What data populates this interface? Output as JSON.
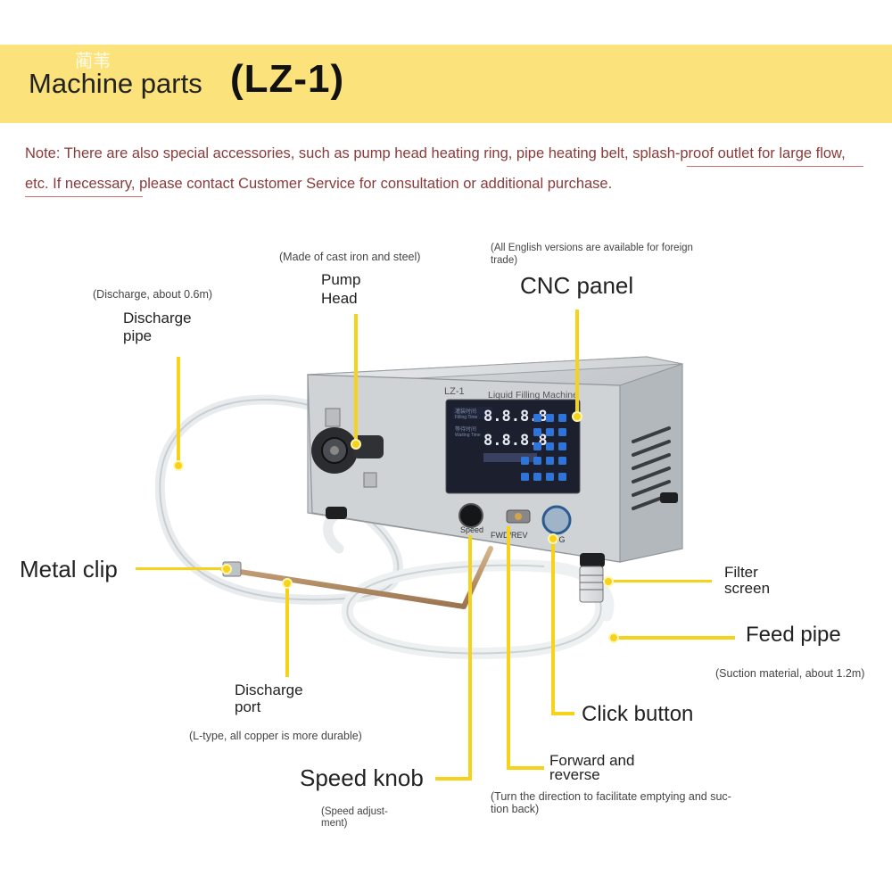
{
  "banner": {
    "watermark": "蔺苇",
    "title": "Machine parts",
    "model": "(LZ-1)"
  },
  "note": {
    "text": "Note: There are also special accessories, such as pump head heating ring, pipe heating belt, splash-proof outlet for large flow, etc. If necessary, please contact Customer Service for consultation or additional purchase."
  },
  "machine": {
    "model_label": "LZ-1",
    "name_label": "Liquid Filling Machine",
    "display_row1": "8.8.8.8",
    "display_row2": "8.8.8.8",
    "panel_cn1": "灌装时间",
    "panel_en1": "Filling Time",
    "panel_cn2": "等待时间",
    "panel_en2": "Waiting Time",
    "speed_text": "Speed",
    "dir_text": "FWD/REV",
    "jog_text": "JOG"
  },
  "callouts": {
    "discharge_pipe": {
      "note": "(Discharge, about 0.6m)",
      "label_line1": "Discharge",
      "label_line2": "pipe"
    },
    "pump_head": {
      "note": "(Made of cast iron and steel)",
      "label_line1": "Pump",
      "label_line2": "Head"
    },
    "cnc_panel": {
      "note_line1": "(All English versions are available for foreign",
      "note_line2": "trade)",
      "label": "CNC panel"
    },
    "metal_clip": {
      "label": "Metal clip"
    },
    "filter_screen": {
      "label_line1": "Filter",
      "label_line2": "screen"
    },
    "feed_pipe": {
      "label": "Feed pipe",
      "note": "(Suction material, about 1.2m)"
    },
    "click_button": {
      "label": "Click button"
    },
    "discharge_port": {
      "label_line1": "Discharge",
      "label_line2": "port",
      "note": "(L-type, all copper is more durable)"
    },
    "forward_reverse": {
      "label_line1": "Forward and",
      "label_line2": "reverse",
      "note_line1": "(Turn the direction to facilitate emptying and suc-",
      "note_line2": "tion back)"
    },
    "speed_knob": {
      "label": "Speed knob",
      "note_line1": "(Speed adjust-",
      "note_line2": "ment)"
    }
  }
}
